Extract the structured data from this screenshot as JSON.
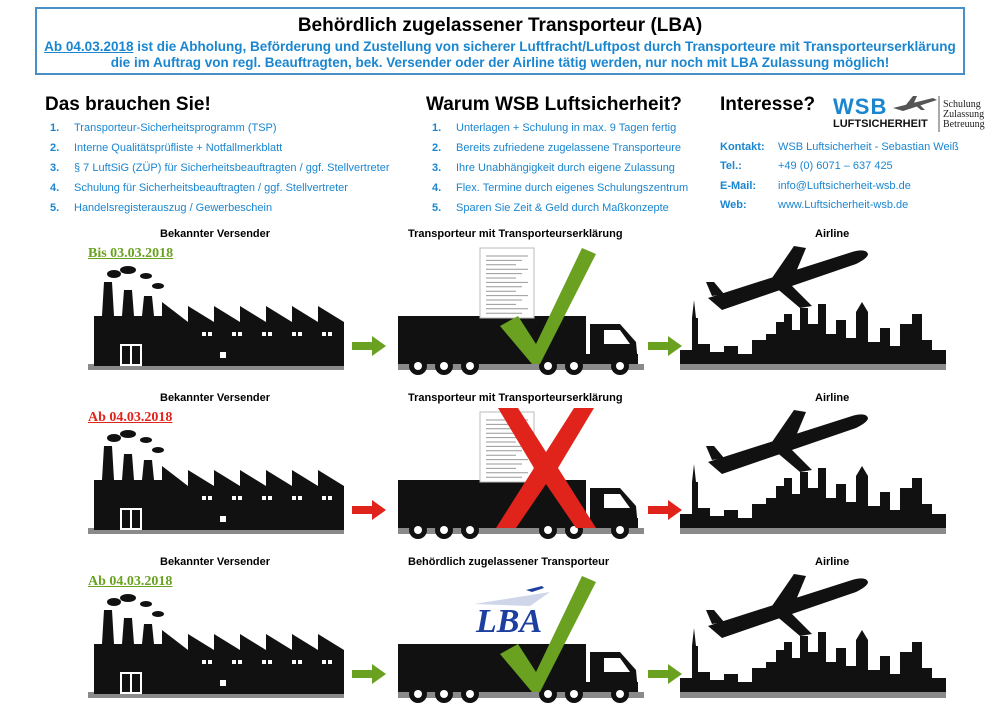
{
  "header": {
    "title": "Behördlich zugelassener Transporteur (LBA)",
    "date": "Ab 04.03.2018",
    "line1": " ist die Abholung, Beförderung und Zustellung von sicherer Luftfracht/Luftpost durch Transporteure mit Transporteurserklärung",
    "line2": "die im Auftrag von regl. Beauftragten, bek. Versender oder der Airline tätig werden, nur noch mit LBA Zulassung möglich!"
  },
  "need": {
    "title": "Das brauchen Sie!",
    "items": [
      {
        "num": "1.",
        "text": "Transporteur-Sicherheitsprogramm (TSP)",
        "bold": true
      },
      {
        "num": "2.",
        "text": "Interne Qualitätsprüfliste + Notfallmerkblatt",
        "bold": false
      },
      {
        "num": "3.",
        "text": "§ 7 LuftSiG (ZÜP) für Sicherheitsbeauftragten / ggf. Stellvertreter",
        "bold": true
      },
      {
        "num": "4.",
        "text": "Schulung für Sicherheitsbeauftragten / ggf. Stellvertreter",
        "bold": false
      },
      {
        "num": "5.",
        "text": "Handelsregisterauszug / Gewerbeschein",
        "bold": true
      }
    ]
  },
  "why": {
    "title": "Warum WSB Luftsicherheit?",
    "items": [
      {
        "num": "1.",
        "text": "Unterlagen + Schulung in max. 9 Tagen fertig",
        "bold": true
      },
      {
        "num": "2.",
        "text": "Bereits zufriedene zugelassene Transporteure",
        "bold": false
      },
      {
        "num": "3.",
        "text": "Ihre Unabhängigkeit durch eigene Zulassung",
        "bold": true
      },
      {
        "num": "4.",
        "text": "Flex. Termine durch eigenes Schulungszentrum",
        "bold": false
      },
      {
        "num": "5.",
        "text": "Sparen Sie Zeit & Geld durch Maßkonzepte",
        "bold": true
      }
    ]
  },
  "interest": {
    "title": "Interesse?",
    "logo_main": "WSB",
    "logo_sub": "LUFTSICHERHEIT",
    "logo_tag1": "Schulung",
    "logo_tag2": "Zulassung",
    "logo_tag3": "Betreuung",
    "contacts": [
      {
        "label": "Kontakt:",
        "value": "WSB Luftsicherheit - Sebastian Weiß"
      },
      {
        "label": "Tel.:",
        "value": "+49 (0) 6071 – 637 425"
      },
      {
        "label": "E-Mail:",
        "value": "info@Luftsicherheit-wsb.de"
      },
      {
        "label": "Web:",
        "value": "www.Luftsicherheit-wsb.de"
      }
    ]
  },
  "colors": {
    "accent": "#1a86d0",
    "ok": "#6aa121",
    "bad": "#e0241b",
    "lba": "#1d3fa0"
  },
  "rows": [
    {
      "left_label": "Bekannter  Versender",
      "mid_label": "Transporteur mit Transporteurserklärung",
      "right_label": "Airline",
      "date": "Bis 03.03.2018",
      "status": "ok",
      "badge": "document"
    },
    {
      "left_label": "Bekannter  Versender",
      "mid_label": "Transporteur mit Transporteurserklärung",
      "right_label": "Airline",
      "date": "Ab 04.03.2018",
      "status": "bad",
      "badge": "document"
    },
    {
      "left_label": "Bekannter  Versender",
      "mid_label": "Behördlich zugelassener Transporteur",
      "right_label": "Airline",
      "date": "Ab 04.03.2018",
      "status": "ok",
      "badge": "lba",
      "badge_text": "LBA"
    }
  ]
}
